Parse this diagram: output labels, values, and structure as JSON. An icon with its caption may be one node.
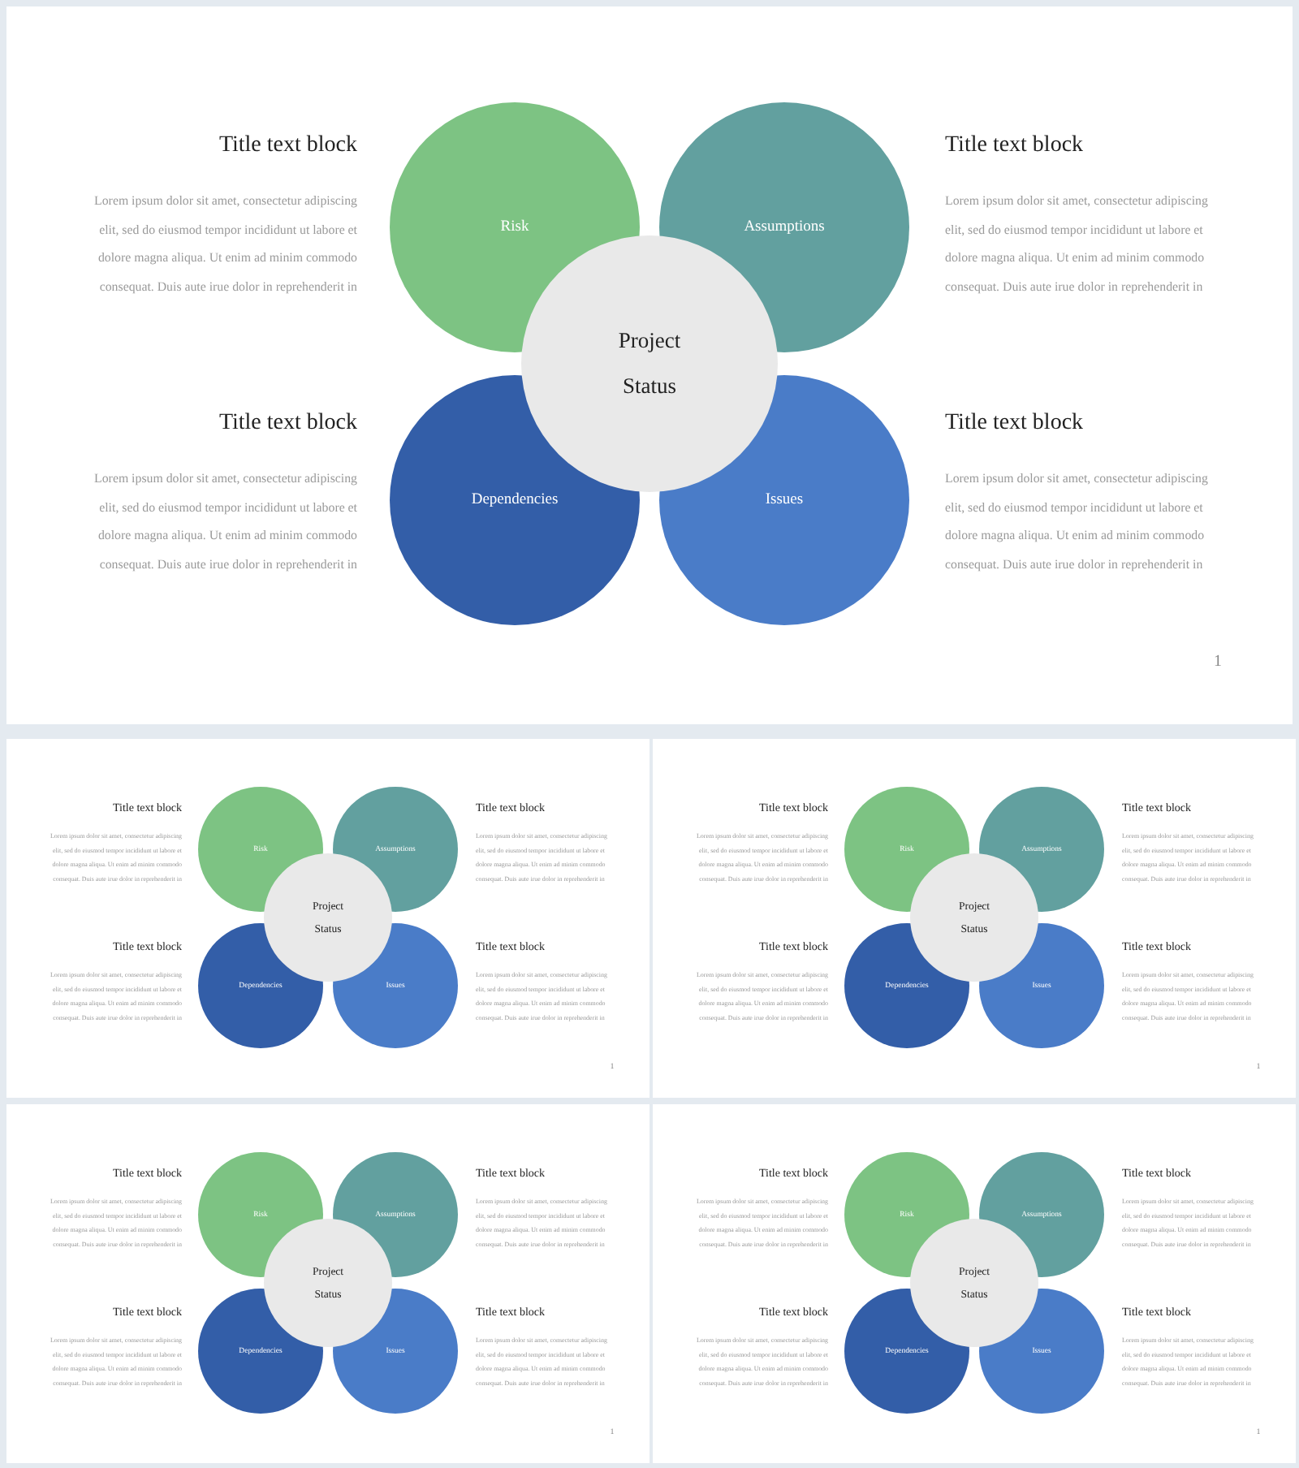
{
  "diagram": {
    "nodes": [
      {
        "text": [],
        "shape": "box"
      },
      {
        "text": [
          "Risk"
        ],
        "in": 0
      },
      {
        "text": [
          "Assumptions"
        ],
        "in": 0
      },
      {
        "text": [
          "Project Status"
        ],
        "in": 0
      },
      {
        "text": [
          "Dependencies"
        ],
        "in": 0
      },
      {
        "text": [
          "Issues"
        ],
        "in": 0
      },
      {
        "text": [],
        "shape": "box"
      },
      {
        "text": [
          "Risk"
        ],
        "in": 6
      },
      {
        "text": [
          "Assumptions"
        ],
        "in": 6
      },
      {
        "text": [
          "Project Status"
        ],
        "in": 6
      },
      {
        "text": [
          "Dependencies"
        ],
        "in": 6
      },
      {
        "text": [
          "Issues"
        ],
        "in": 6
      },
      {
        "text": [],
        "shape": "box"
      },
      {
        "text": [
          "Risk"
        ],
        "in": 12
      },
      {
        "text": [
          "Assumptions"
        ],
        "in": 12
      },
      {
        "text": [
          "Project Status"
        ],
        "in": 12
      },
      {
        "text": [
          "Dependencies"
        ],
        "in": 12
      },
      {
        "text": [
          "Issues"
        ],
        "in": 12
      },
      {
        "text": [],
        "shape": "box"
      },
      {
        "text": [
          "Risk"
        ],
        "in": 18
      },
      {
        "text": [
          "Assumptions"
        ],
        "in": 18
      },
      {
        "text": [
          "Project Status"
        ],
        "in": 18
      },
      {
        "text": [
          "Dependencies"
        ],
        "in": 18
      },
      {
        "text": [
          "Issues"
        ],
        "in": 18
      },
      {
        "text": [],
        "shape": "box"
      },
      {
        "text": [
          "Risk"
        ],
        "in": 24
      },
      {
        "text": [
          "Assumptions"
        ],
        "in": 24
      },
      {
        "text": [
          "Project Status"
        ],
        "in": 24
      },
      {
        "text": [
          "Dependencies"
        ],
        "in": 24
      },
      {
        "text": [
          "Issues"
        ],
        "in": 24
      }
    ],
    "edges": [],
    "labels": [
      "Title text block",
      "Lorem ipsum dolor sit amet, consectetur adipiscing elit, sed do eiusmod tempor incididunt ut labore et dolore magna aliqua. Ut enim ad minim commodo consequat. Duis aute irue dolor in reprehenderit in",
      "Title text block",
      "Lorem ipsum dolor sit amet, consectetur adipiscing elit, sed do eiusmod tempor incididunt ut labore et dolore magna aliqua. Ut enim ad minim commodo consequat. Duis aute irue dolor in reprehenderit in",
      "Title text block",
      "Lorem ipsum dolor sit amet, consectetur adipiscing elit, sed do eiusmod tempor incididunt ut labore et dolore magna aliqua. Ut enim ad minim commodo consequat. Duis aute irue dolor in reprehenderit in",
      "Title text block",
      "Lorem ipsum dolor sit amet, consectetur adipiscing elit, sed do eiusmod tempor incididunt ut labore et dolore magna aliqua. Ut enim ad minim commodo consequat. Duis aute irue dolor in reprehenderit in",
      "1",
      "Title text block",
      "Lorem ipsum dolor sit amet, consectetur adipiscing elit, sed do eiusmod tempor incididunt ut labore et dolore magna aliqua. Ut enim ad minim commodo consequat. Duis aute irue dolor in reprehenderit in",
      "Title text block",
      "Lorem ipsum dolor sit amet, consectetur adipiscing elit, sed do eiusmod tempor incididunt ut labore et dolore magna aliqua. Ut enim ad minim commodo consequat. Duis aute irue dolor in reprehenderit in",
      "Title text block",
      "Lorem ipsum dolor sit amet, consectetur adipiscing elit, sed do eiusmod tempor incididunt ut labore et dolore magna aliqua. Ut enim ad minim commodo consequat. Duis aute irue dolor in reprehenderit in",
      "Title text block",
      "Lorem ipsum dolor sit amet, consectetur adipiscing elit, sed do eiusmod tempor incididunt ut labore et dolore magna aliqua. Ut enim ad minim commodo consequat. Duis aute irue dolor in reprehenderit in",
      "1",
      "Title text block",
      "Lorem ipsum dolor sit amet, consectetur adipiscing elit, sed do eiusmod tempor incididunt ut labore et dolore magna aliqua. Ut enim ad minim commodo consequat. Duis aute irue dolor in reprehenderit in",
      "Title text block",
      "Lorem ipsum dolor sit amet, consectetur adipiscing elit, sed do eiusmod tempor incididunt ut labore et dolore magna aliqua. Ut enim ad minim commodo consequat. Duis aute irue dolor in reprehenderit in",
      "Title text block",
      "Lorem ipsum dolor sit amet, consectetur adipiscing elit, sed do eiusmod tempor incididunt ut labore et dolore magna aliqua. Ut enim ad minim commodo consequat. Duis aute irue dolor in reprehenderit in",
      "Title text block",
      "Lorem ipsum dolor sit amet, consectetur adipiscing elit, sed do eiusmod tempor incididunt ut labore et dolore magna aliqua. Ut enim ad minim commodo consequat. Duis aute irue dolor in reprehenderit in",
      "1",
      "Title text block",
      "Lorem ipsum dolor sit amet, consectetur adipiscing elit, sed do eiusmod tempor incididunt ut labore et dolore magna aliqua. Ut enim ad minim commodo consequat. Duis aute irue dolor in reprehenderit in",
      "Title text block",
      "Lorem ipsum dolor sit amet, consectetur adipiscing elit, sed do eiusmod tempor incididunt ut labore et dolore magna aliqua. Ut enim ad minim commodo consequat. Duis aute irue dolor in reprehenderit in",
      "Title text block",
      "Lorem ipsum dolor sit amet, consectetur adipiscing elit, sed do eiusmod tempor incididunt ut labore et dolore magna aliqua. Ut enim ad minim commodo consequat. Duis aute irue dolor in reprehenderit in",
      "Title text block",
      "Lorem ipsum dolor sit amet, consectetur adipiscing elit, sed do eiusmod tempor incididunt ut labore et dolore magna aliqua. Ut enim ad minim commodo consequat. Duis aute irue dolor in reprehenderit in",
      "1",
      "Title text block",
      "Lorem ipsum dolor sit amet, consectetur adipiscing elit, sed do eiusmod tempor incididunt ut labore et dolore magna aliqua. Ut enim ad minim commodo consequat. Duis aute irue dolor in reprehenderit in",
      "Title text block",
      "Lorem ipsum dolor sit amet, consectetur adipiscing elit, sed do eiusmod tempor incididunt ut labore et dolore magna aliqua. Ut enim ad minim commodo consequat. Duis aute irue dolor in reprehenderit in",
      "Title text block",
      "Lorem ipsum dolor sit amet, consectetur adipiscing elit, sed do eiusmod tempor incididunt ut labore et dolore magna aliqua. Ut enim ad minim commodo consequat. Duis aute irue dolor in reprehenderit in",
      "Title text block",
      "Lorem ipsum dolor sit amet, consectetur adipiscing elit, sed do eiusmod tempor incididunt ut labore et dolore magna aliqua. Ut enim ad minim commodo consequat. Duis aute irue dolor in reprehenderit in",
      "1"
    ]
  }
}
